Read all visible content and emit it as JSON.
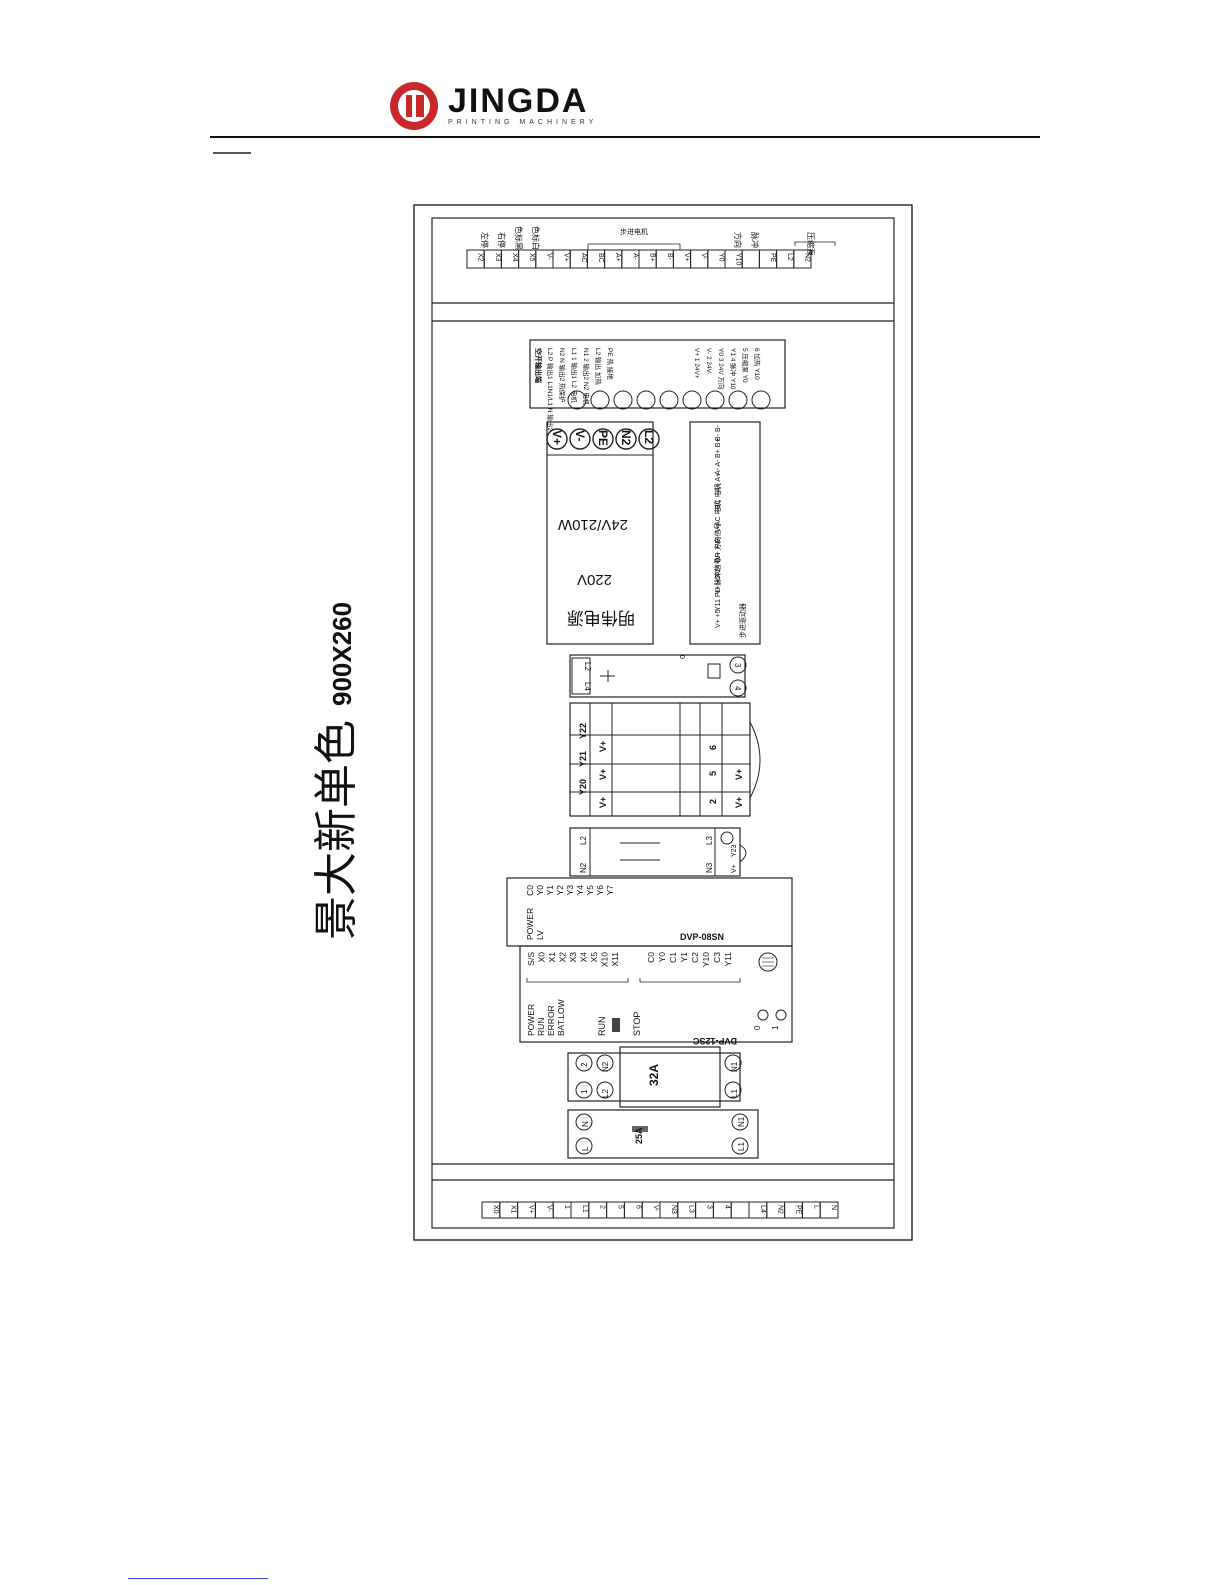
{
  "brand": {
    "name": "JINGDA",
    "tagline": "PRINTING MACHINERY"
  },
  "title": {
    "chinese": "景大新单色",
    "dimensions": "900X260"
  },
  "top_terminal": {
    "terminals": [
      "X2",
      "X3",
      "X4",
      "X5",
      "V-",
      "V+",
      "AC",
      "BC",
      "A+",
      "A-",
      "B+",
      "B-",
      "V+",
      "V-",
      "Y0",
      "Y10",
      "",
      "PE",
      "L2",
      "N2"
    ],
    "labels": [
      "左停",
      "右停",
      "色标黑",
      "色标白",
      "步进电机",
      "方向",
      "脉冲",
      "压缩泵"
    ]
  },
  "bottom_terminal": {
    "terminals": [
      "X0",
      "X1",
      "V+",
      "V-",
      "1",
      "L1",
      "2",
      "5",
      "6",
      "V-",
      "N3",
      "L3",
      "3",
      "4",
      "",
      "L4",
      "N2",
      "PE",
      "L",
      "N"
    ]
  },
  "power_supply": {
    "name": "明伟电源",
    "input": "220V",
    "output": "24V/210W",
    "terminals": [
      "V+",
      "V-",
      "PE",
      "N2",
      "L2"
    ]
  },
  "info_label": {
    "heading": "空开输出端",
    "lines": [
      "L2 P 输出1 L1N1/L1 N 输出2",
      "N2 N 输出2 热保护",
      "L1 1 输出1 L2 电机",
      "N1 2 输出2 N2 电机",
      "L2 输出 加热",
      "PE 热 接地"
    ],
    "right": [
      "V+ 1 24V+",
      "V- 2 24V-",
      "Y0 3 24V 方向",
      "Y1 4 脉冲 Y10",
      "5 压缩泵 Y0",
      "6 加热 Y10"
    ]
  },
  "driver_label": {
    "heading": "步进驱动器",
    "lines": [
      "V+ +5",
      "Y11 PU 脉冲信号",
      "V+ +5",
      "Y24 DR 方向信号",
      "V+ +V",
      "V- -V",
      "AC 电机",
      "BC 电机",
      "A+ A+",
      "A- A-",
      "B+ B+",
      "B- B-"
    ]
  },
  "relay": {
    "labels": [
      "L2",
      "L4",
      "3",
      "4",
      "0"
    ]
  },
  "ssr_block": {
    "top": [
      "Y20",
      "Y21",
      "Y22"
    ],
    "vplus": "V+",
    "outputs": [
      "2",
      "5",
      "6"
    ]
  },
  "contactor": {
    "labels": [
      "L2",
      "N2",
      "L3",
      "N3",
      "V+",
      "Y23"
    ]
  },
  "plc_ext": {
    "model": "DVP-08SN",
    "leds": [
      "POWER",
      "LV"
    ],
    "pins": [
      "C0",
      "Y0",
      "Y1",
      "Y2",
      "Y3",
      "Y4",
      "Y5",
      "Y6",
      "Y7"
    ]
  },
  "plc_main": {
    "model": "DVP-12SC",
    "leds": [
      "POWER",
      "RUN",
      "ERROR",
      "BAT.LOW"
    ],
    "run": "RUN",
    "stop": "STOP",
    "inputs": [
      "S/S",
      "X0",
      "X1",
      "X2",
      "X3",
      "X4",
      "X5",
      "X10",
      "X11"
    ],
    "outputs": [
      "C0",
      "Y0",
      "C1",
      "Y1",
      "C2",
      "Y10",
      "C3",
      "Y11"
    ],
    "ports": [
      "0",
      "1"
    ]
  },
  "breaker_32": {
    "rating": "32A",
    "labels": [
      "L2",
      "N2",
      "L1",
      "N1",
      "1",
      "2"
    ]
  },
  "breaker_25": {
    "rating": "25A",
    "labels": [
      "L",
      "N",
      "L1",
      "N1"
    ]
  }
}
